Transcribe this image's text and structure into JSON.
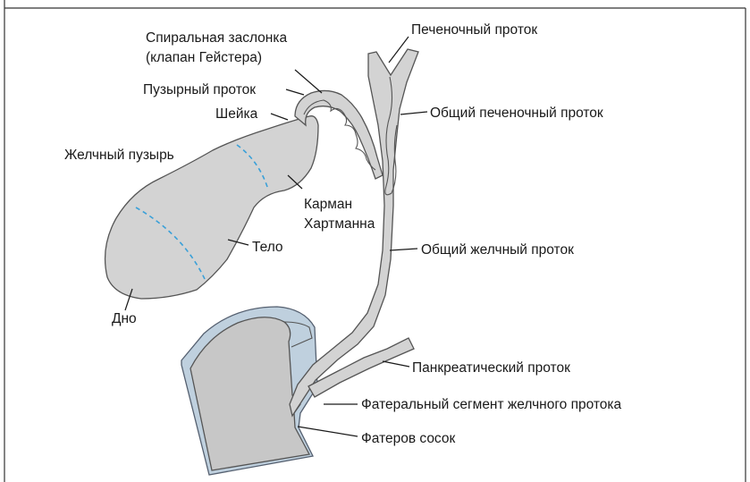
{
  "labels": {
    "spiral_valve_line1": "Спиральная заслонка",
    "spiral_valve_line2": "(клапан Гейстера)",
    "hepatic_duct": "Печеночный проток",
    "cystic_duct": "Пузырный проток",
    "neck": "Шейка",
    "common_hepatic_duct": "Общий печеночный проток",
    "gallbladder": "Желчный пузырь",
    "hartmann_line1": "Карман",
    "hartmann_line2": "Хартманна",
    "body": "Тело",
    "common_bile_duct": "Общий желчный проток",
    "fundus": "Дно",
    "pancreatic_duct": "Панкреатический проток",
    "vater_segment": "Фатеральный сегмент желчного протока",
    "vater_papilla": "Фатеров сосок"
  },
  "colors": {
    "organ_fill": "#d3d3d3",
    "organ_stroke": "#555555",
    "duodenum_wall": "#bfd0de",
    "dashed_line": "#3aa0d8",
    "text": "#1a1a1a",
    "frame": "#333333"
  }
}
